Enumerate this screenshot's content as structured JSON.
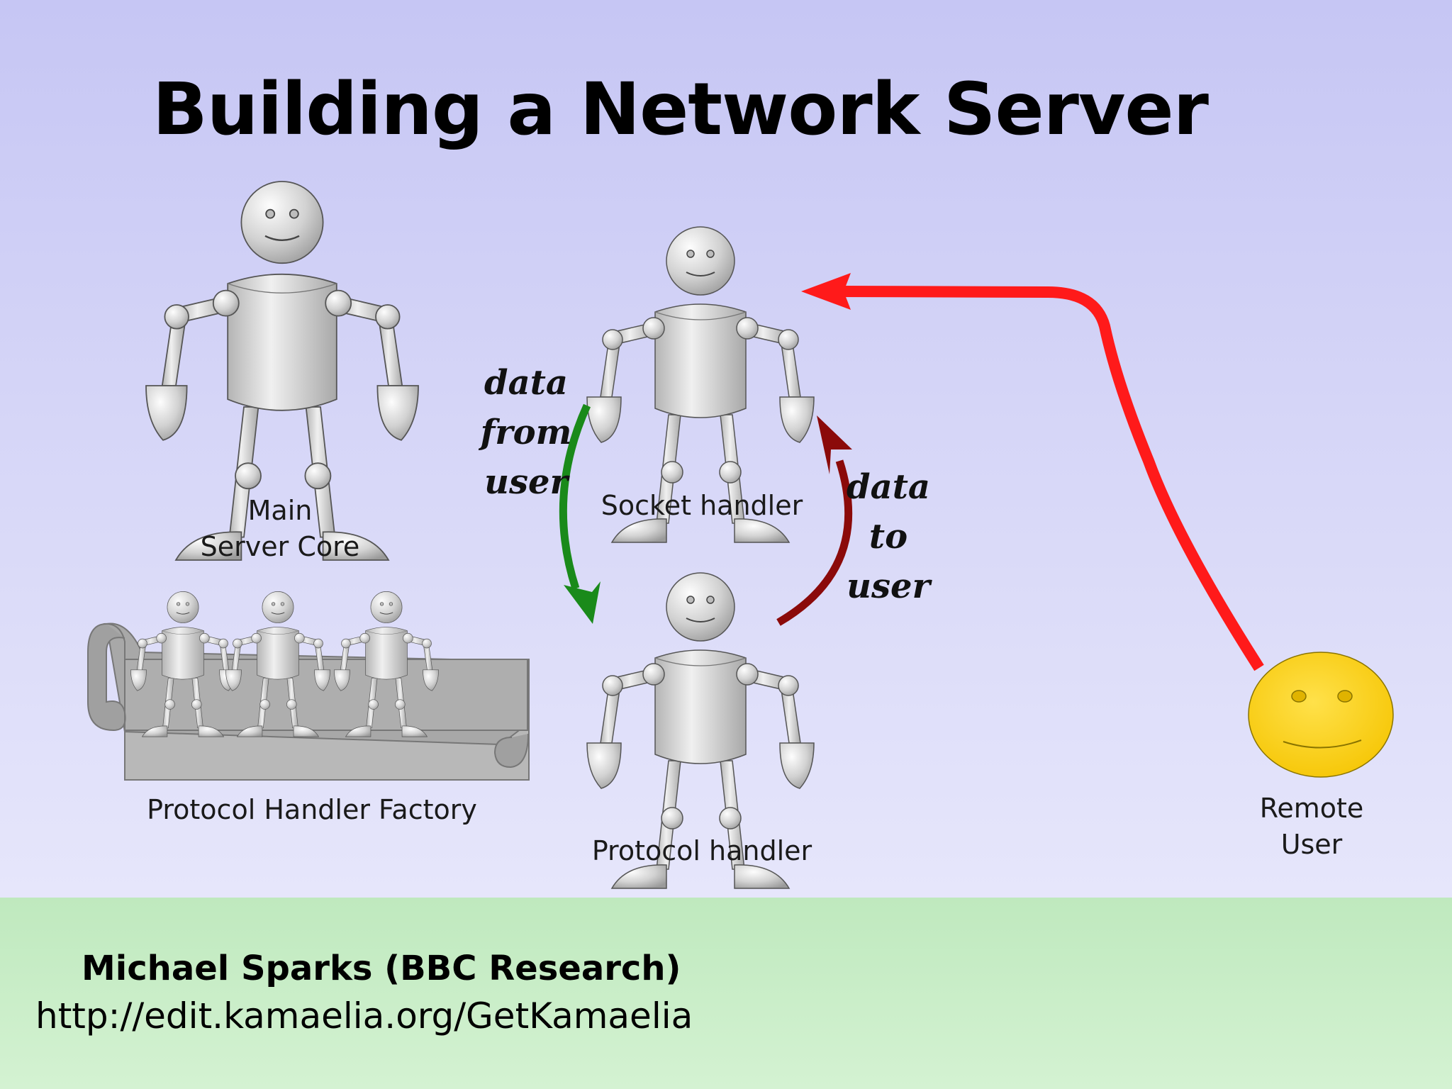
{
  "slide": {
    "title": "Building a Network Server",
    "footer": {
      "author": "Michael Sparks (BBC Research)",
      "url": "http://edit.kamaelia.org/GetKamaelia"
    }
  },
  "nodes": {
    "main_core": {
      "line1": "Main",
      "line2": "Server Core"
    },
    "socket_handler": {
      "label": "Socket handler"
    },
    "protocol_handler": {
      "label": "Protocol handler"
    },
    "factory": {
      "label": "Protocol Handler Factory"
    },
    "remote_user": {
      "line1": "Remote",
      "line2": "User"
    }
  },
  "arrows": {
    "from_user": {
      "line1": "data",
      "line2": "from",
      "line3": "user"
    },
    "to_user": {
      "line1": "data",
      "line2": "to",
      "line3": "user"
    }
  },
  "colors": {
    "slide_bg": "#c8c8f5",
    "footer_bg": "#c6ecc4",
    "robot": "#d2d2d2",
    "green_arrow": "#1a8a1a",
    "dark_red_arrow": "#8b0a0a",
    "red_arrow": "#ff1a1a",
    "smiley": "#ffd21c"
  }
}
